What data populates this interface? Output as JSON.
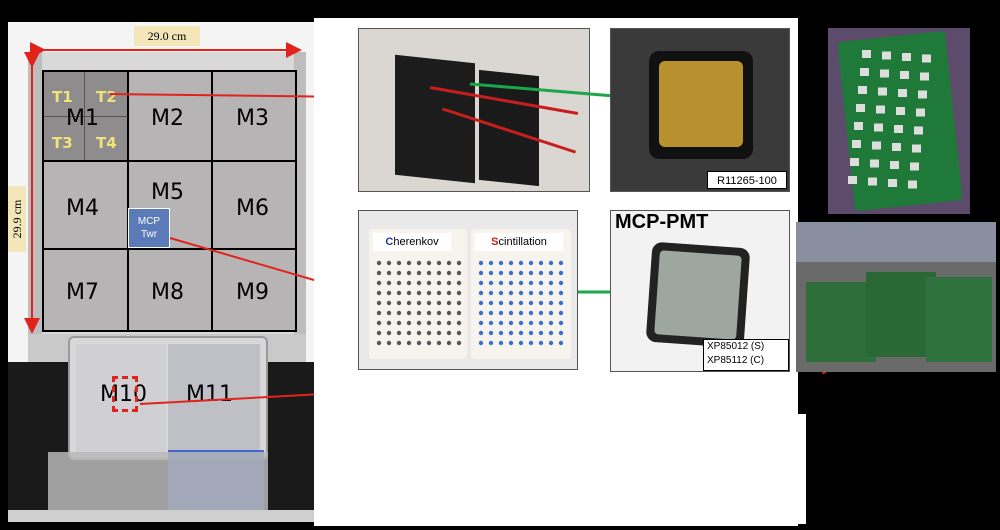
{
  "dimensions": {
    "width_label": "29.0 cm",
    "height_label": "29.9 cm"
  },
  "modules": [
    "M1",
    "M2",
    "M3",
    "M4",
    "M5",
    "M6",
    "M7",
    "M8",
    "M9",
    "M10",
    "M11"
  ],
  "towers": [
    "T1",
    "T2",
    "T3",
    "T4"
  ],
  "mcp_tower": {
    "line1": "MCP",
    "line2": "Twr"
  },
  "fiber_panel": {
    "cherenkov_first": "C",
    "cherenkov_rest": "herenkov",
    "scint_first": "S",
    "scint_rest": "cintillation"
  },
  "pmt_labels": {
    "r11265": "R11265-100",
    "mcp_title": "MCP-PMT",
    "xp_s": "XP85012 (S)",
    "xp_c": "XP85112 (C)"
  },
  "colors": {
    "arrow": "#e0241b",
    "link": "#1aa64a",
    "tower_text": "#f2e27a",
    "mcp_box": "#5a7ab8"
  }
}
